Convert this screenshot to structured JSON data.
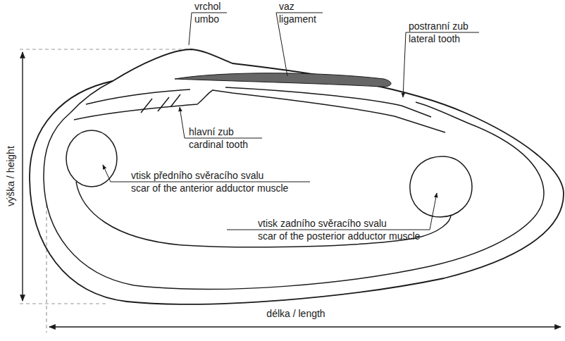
{
  "diagram": {
    "labels": [
      "vrchol",
      "umbo",
      "vaz",
      "ligament",
      "postranní zub",
      "lateral tooth",
      "hlavní zub",
      "cardinal tooth",
      "vtisk předního svěracího svalu",
      "scar of the anterior adductor muscle",
      "vtisk zadního svěracího svalu",
      "scar of the posterior adductor muscle",
      "výška / height",
      "délka / length"
    ]
  }
}
